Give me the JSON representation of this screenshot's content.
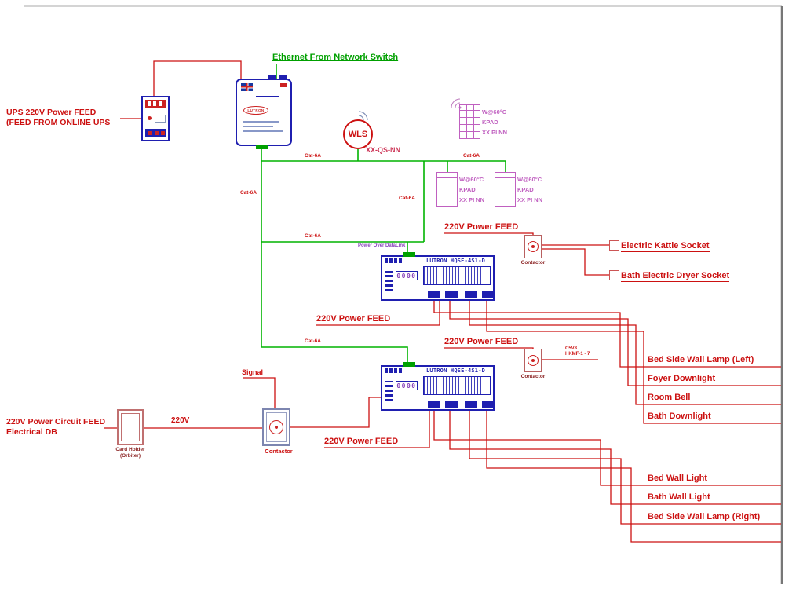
{
  "colors": {
    "wire_green": "#00b400",
    "wire_red": "#cc1111",
    "device_blue": "#1f1fb0",
    "keypad_magenta": "#c060c0",
    "note_purple": "#8844bb"
  },
  "ethernet_label": "Ethernet From Network Switch",
  "ups": {
    "line1": "UPS 220V Power FEED",
    "line2": "(FEED FROM ONLINE UPS"
  },
  "processor": {
    "brand": "LUTRON"
  },
  "wls": {
    "name": "WLS",
    "model": "XX-QS-NN"
  },
  "keypad": {
    "line1": "W@60°C",
    "line2": "KPAD",
    "line3": "XX PI NN"
  },
  "cat_label": "Cat-6A",
  "power_feed": "220V Power FEED",
  "module": {
    "brand_model": "LUTRON HQSE-4S1-D",
    "display": "0000",
    "datalink_note": "Power Over DataLink"
  },
  "contactor_label": "Contactor",
  "contactor2_note": {
    "line1": "C5V8",
    "line2": "HKMF-1 - 7"
  },
  "sockets": {
    "kettle": "Electric Kattle Socket",
    "dryer": "Bath Electric Dryer Socket"
  },
  "loads_group1": [
    "Bed Side Wall Lamp (Left)",
    "Foyer Downlight",
    "Room Bell",
    "Bath Downlight"
  ],
  "loads_group2": [
    "Bed Wall Light",
    "Bath Wall Light",
    "Bed Side Wall Lamp (Right)"
  ],
  "bottom_feed": {
    "line1": "220V Power Circuit FEED",
    "line2": "Electrical DB"
  },
  "card_holder": {
    "line1": "Card Holder",
    "line2": "(Orbiter)"
  },
  "v220": "220V",
  "signal": "Signal"
}
